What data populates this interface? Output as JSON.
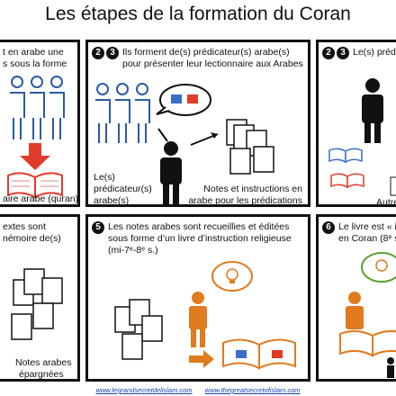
{
  "title": "Les étapes de la formation du Coran",
  "panels": [
    {
      "text_lines": [
        "t en arabe une",
        "s sous la forme",
        "aire arabe (quran)"
      ]
    },
    {
      "badges": [
        "2",
        "3"
      ],
      "text_lines": [
        "Ils forment de(s) prédicateur(s) arabe(s)",
        "pour présenter leur lectionnaire aux Arabes"
      ],
      "left_label": [
        "Le(s)",
        "prédicateur(s)",
        "arabe(s)"
      ],
      "right_label": [
        "Notes et instructions en",
        "arabe pour les prédications"
      ]
    },
    {
      "badges": [
        "2",
        "3"
      ],
      "text_lines": [
        "Le(s) prédi"
      ],
      "bottom_label": "Autre"
    },
    {
      "text_lines": [
        "extes sont",
        "némoire de(s)"
      ],
      "bottom_label": [
        "Notes arabes",
        "épargnées"
      ]
    },
    {
      "badges": [
        "5"
      ],
      "text_lines": [
        "Les notes arabes sont recueillies et éditées",
        "sous forme d’un livre d’instruction religieuse",
        "(mi-7ᵉ-8ᵉ s.)"
      ]
    },
    {
      "badges": [
        "6"
      ],
      "text_lines": [
        "Le livre est « is",
        "en Coran (8ᵉ s"
      ]
    }
  ],
  "footer": {
    "link1": "www.legrandsecretdelislam.com",
    "link2": "www.thegreatsecretofislam.com"
  },
  "colors": {
    "accent_orange": "#e07b1e",
    "accent_red": "#e03b2b",
    "book_blue": "#3a6ec9",
    "rim_green": "#5aa02c",
    "pink": "#e2728a"
  }
}
